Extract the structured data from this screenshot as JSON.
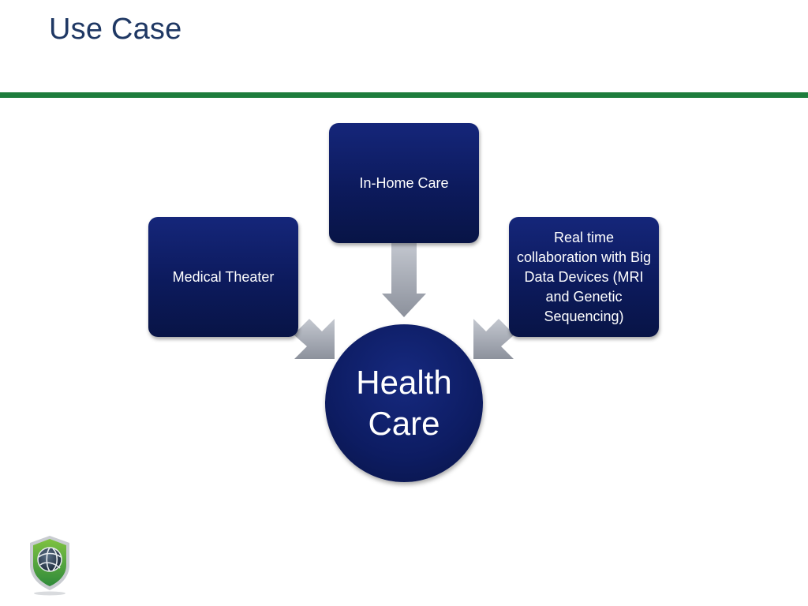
{
  "slide": {
    "title": "Use Case"
  },
  "diagram": {
    "center": {
      "label": "Health\nCare"
    },
    "nodes": [
      {
        "id": "in-home-care",
        "label": "In-Home Care"
      },
      {
        "id": "medical-theater",
        "label": "Medical Theater"
      },
      {
        "id": "real-time-collaboration",
        "label": "Real time collaboration with Big Data Devices (MRI and Genetic Sequencing)"
      }
    ],
    "colors": {
      "box_fill": "#0c1a5c",
      "arrow_fill": "#a3a8b3",
      "title_text": "#1f3864",
      "rule": "#1e7d3c"
    }
  },
  "logo": {
    "icon": "shield-globe-icon"
  }
}
